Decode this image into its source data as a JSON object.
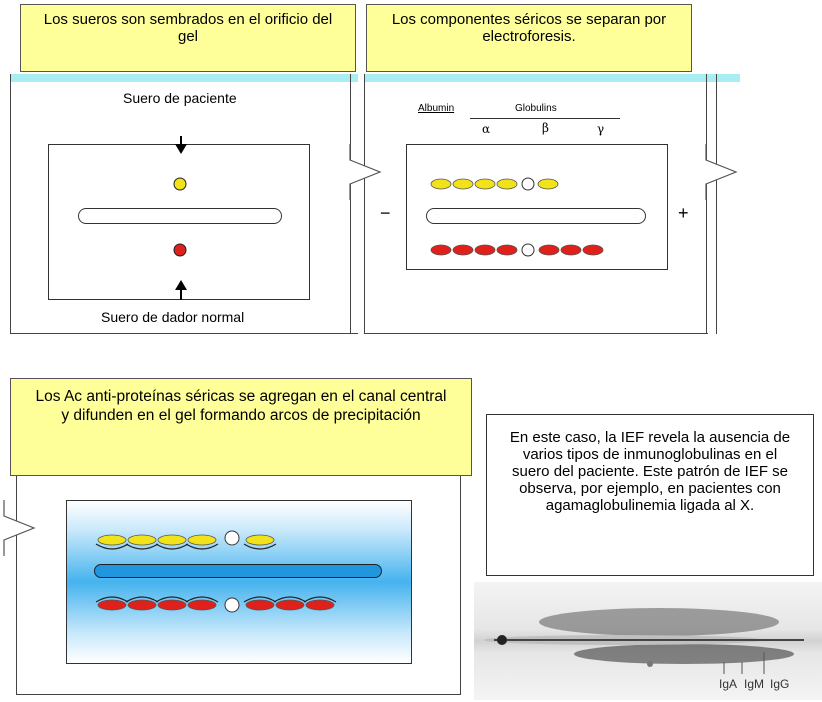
{
  "notes": {
    "seeding": "Los sueros son sembrados en el orificio del gel",
    "separation": "Los componentes séricos se separan por electroforesis.",
    "antibodies": "Los Ac anti-proteínas séricas se agregan en el canal central y difunden en el gel  formando arcos de precipitación",
    "explanation": "En este caso, la IEF revela la ausencia de varios tipos de inmunoglobulinas en el suero del paciente. Este patrón de IEF se observa, por ejemplo,  en pacientes con agamaglobulinemia ligada al X."
  },
  "panel1": {
    "top_label": "Suero de paciente",
    "bottom_label": "Suero de dador normal"
  },
  "panel2": {
    "albumin_label": "Albumin",
    "globulins_label": "Globulins",
    "alpha": "α",
    "beta": "β",
    "gamma": "γ",
    "minus": "−",
    "plus": "+"
  },
  "photo": {
    "iga": "IgA",
    "igm": "IgM",
    "igg": "IgG"
  },
  "colors": {
    "note_bg": "#ffff99",
    "patient_serum": "#f2e21a",
    "normal_serum": "#e0201a",
    "gel_blue": "#2fa8e8",
    "cyan_strip": "#a8eef2"
  }
}
